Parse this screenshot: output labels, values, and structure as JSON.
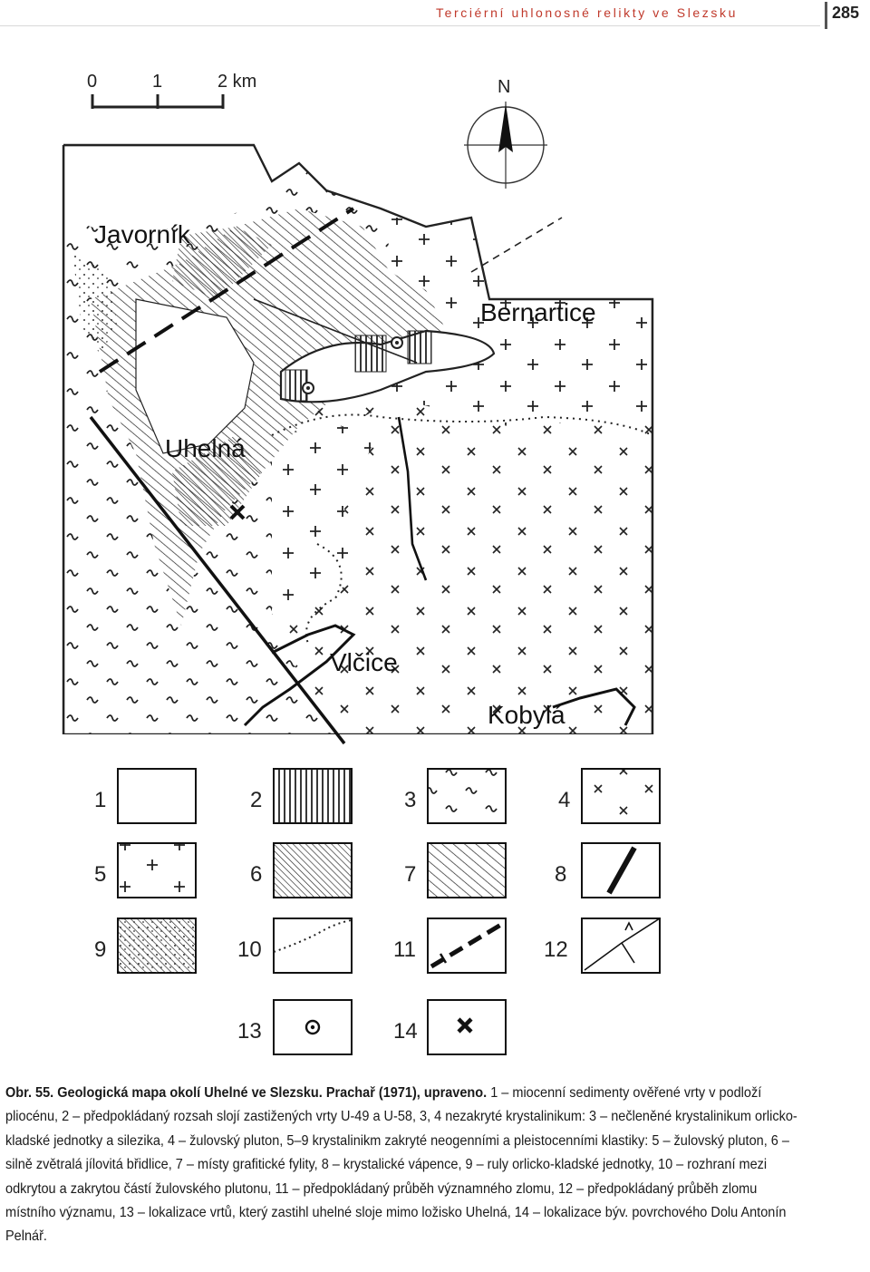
{
  "header": {
    "running_title": "Terciérní uhlonosné relikty ve Slezsku",
    "page_number": "285"
  },
  "map": {
    "scale": {
      "tick0": "0",
      "tick1": "1",
      "tick2": "2 km"
    },
    "north": "N",
    "places": {
      "javornik": "Javorník",
      "bernartice": "Bernartice",
      "uhelna": "Uhelná",
      "vlcice": "Vlčice",
      "kobyla": "Kobylá"
    }
  },
  "legend": [
    "1",
    "2",
    "3",
    "4",
    "5",
    "6",
    "7",
    "8",
    "9",
    "10",
    "11",
    "12",
    "13",
    "14"
  ],
  "caption": {
    "title": "Obr. 55. Geologická mapa okolí Uhelné ve Slezsku. Prachař (1971), upraveno.",
    "body": " 1 – miocenní sedimenty ověřené vrty v podloží pliocénu, 2 – předpokládaný rozsah slojí zastižených vrty U-49 a U-58, 3, 4 nezakryté krystalinikum: 3 – nečleněné krystalinikum orlicko-kladské jednotky a silezika, 4 – žulovský pluton, 5–9 krystalinikm zakryté neogenními a pleistocenními klastiky: 5 – žulovský pluton, 6 – silně zvětralá jílovitá břidlice, 7 – místy grafitické fylity, 8 – krystalické vápence, 9 – ruly orlicko-kladské jednotky, 10 – rozhraní mezi odkrytou a zakrytou částí žulovského plutonu, 11 – předpokládaný průběh významného zlomu, 12 – předpokládaný průběh zlomu místního významu, 13 – lokalizace vrtů, který zastihl uhelné sloje mimo ložisko Uhelná, 14 – lokalizace býv. povrchového Dolu Antonín Pelnář."
  }
}
